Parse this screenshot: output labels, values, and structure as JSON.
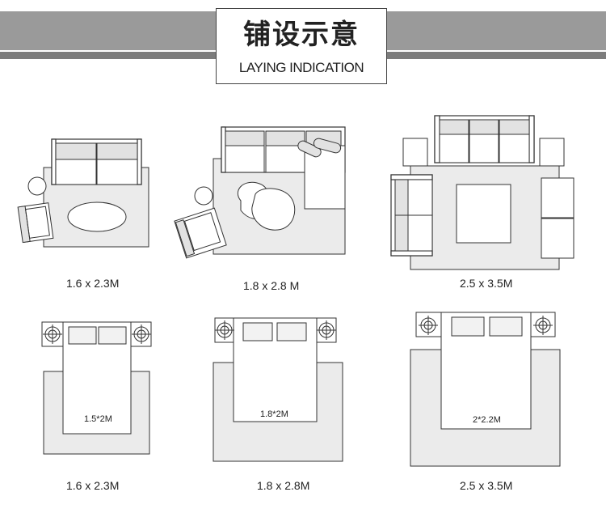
{
  "header": {
    "title_cn": "铺设示意",
    "title_en": "LAYING INDICATION"
  },
  "layouts": {
    "living": [
      {
        "size_label": "1.6 x 2.3M"
      },
      {
        "size_label": "1.8 x 2.8 M"
      },
      {
        "size_label": "2.5 x 3.5M"
      }
    ],
    "bedroom": [
      {
        "size_label": "1.6 x 2.3M",
        "bed_label": "1.5*2M"
      },
      {
        "size_label": "1.8 x 2.8M",
        "bed_label": "1.8*2M"
      },
      {
        "size_label": "2.5 x 3.5M",
        "bed_label": "2*2.2M"
      }
    ]
  },
  "colors": {
    "rug_fill": "#ebebeb",
    "stroke": "#333333",
    "header_band": "#9a9a9a",
    "header_line": "#7c7c7c"
  }
}
